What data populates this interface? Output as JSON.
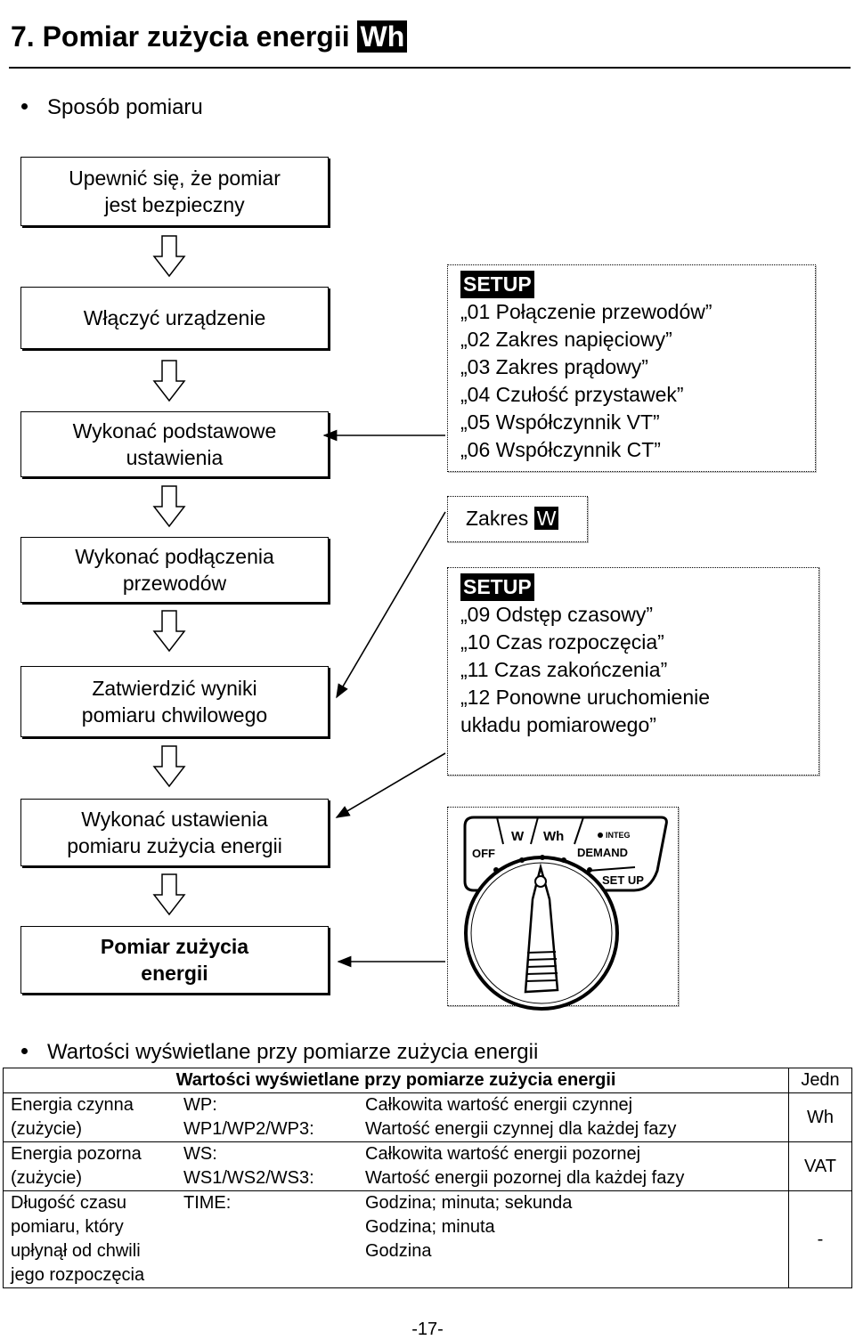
{
  "title": {
    "text": "7. Pomiar zużycia energii ",
    "badge": "Wh"
  },
  "bullets": {
    "method": "Sposób pomiaru",
    "values": "Wartości wyświetlane przy pomiarze zużycia energii"
  },
  "steps": [
    {
      "lines": [
        "Upewnić się, że pomiar",
        "jest bezpieczny"
      ]
    },
    {
      "lines": [
        "Włączyć urządzenie"
      ]
    },
    {
      "lines": [
        "Wykonać podstawowe",
        "ustawienia"
      ]
    },
    {
      "lines": [
        "Wykonać podłączenia",
        "przewodów"
      ]
    },
    {
      "lines": [
        "Zatwierdzić wyniki",
        "pomiaru chwilowego"
      ]
    },
    {
      "lines": [
        "Wykonać ustawienia",
        "pomiaru zużycia energii"
      ]
    },
    {
      "lines": [
        "Pomiar zużycia",
        "energii"
      ]
    }
  ],
  "setup1": {
    "header": "SETUP",
    "items": [
      "„01 Połączenie przewodów”",
      "„02 Zakres napięciowy”",
      "„03 Zakres prądowy”",
      "„04 Czułość przystawek”",
      "„05 Współczynnik VT”",
      "„06 Współczynnik CT”"
    ]
  },
  "range": {
    "label": "Zakres ",
    "badge": "W"
  },
  "setup2": {
    "header": "SETUP",
    "items": [
      "„09 Odstęp czasowy”",
      "„10 Czas rozpoczęcia”",
      "„11 Czas zakończenia”",
      "„12 Ponowne uruchomienie",
      "układu pomiarowego”"
    ]
  },
  "dial": {
    "off": "OFF",
    "w": "W",
    "wh": "Wh",
    "integ": "INTEG",
    "demand": "DEMAND",
    "setup": "SET UP"
  },
  "table": {
    "header": "Wartości wyświetlane przy pomiarze zużycia energii",
    "unit_header": "Jedn",
    "rows": [
      {
        "name": [
          "Energia czynna",
          "(zużycie)"
        ],
        "codes": [
          "WP:",
          "WP1/WP2/WP3:"
        ],
        "desc": [
          "Całkowita wartość energii czynnej",
          "Wartość energii czynnej dla każdej fazy"
        ],
        "unit": "Wh"
      },
      {
        "name": [
          "Energia pozorna",
          "(zużycie)"
        ],
        "codes": [
          "WS:",
          "WS1/WS2/WS3:"
        ],
        "desc": [
          "Całkowita wartość energii pozornej",
          "Wartość energii pozornej dla każdej fazy"
        ],
        "unit": "VAT"
      },
      {
        "name": [
          "Długość czasu",
          "pomiaru, który",
          "upłynął od chwili",
          "jego rozpoczęcia"
        ],
        "codes": [
          "TIME:",
          "",
          ""
        ],
        "desc": [
          "Godzina; minuta; sekunda",
          "Godzina; minuta",
          "Godzina"
        ],
        "unit": "-"
      }
    ]
  },
  "page_number": "-17-"
}
